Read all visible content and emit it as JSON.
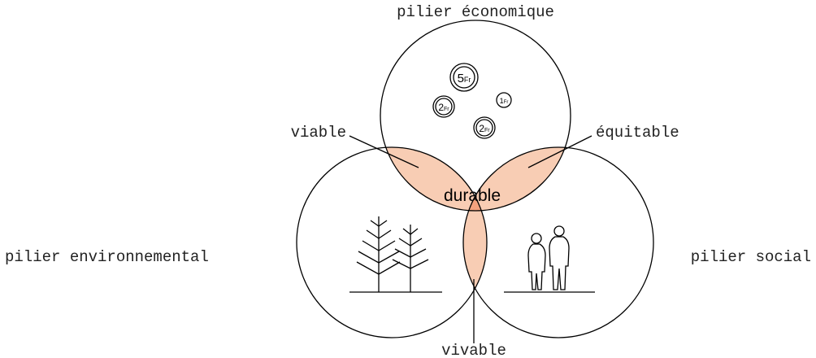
{
  "labels": {
    "top": "pilier économique",
    "left": "pilier environnemental",
    "right": "pilier social",
    "viable": "viable",
    "equitable": "équitable",
    "vivable": "vivable",
    "center": "durable"
  },
  "coins": [
    {
      "value": "5",
      "unit": "Fr"
    },
    {
      "value": "2",
      "unit": "Fr"
    },
    {
      "value": "1",
      "unit": "Fr"
    },
    {
      "value": "2",
      "unit": "Fr"
    }
  ],
  "colors": {
    "overlap": "#f8cdb4",
    "center": "#f4a27e",
    "stroke": "#000000"
  }
}
